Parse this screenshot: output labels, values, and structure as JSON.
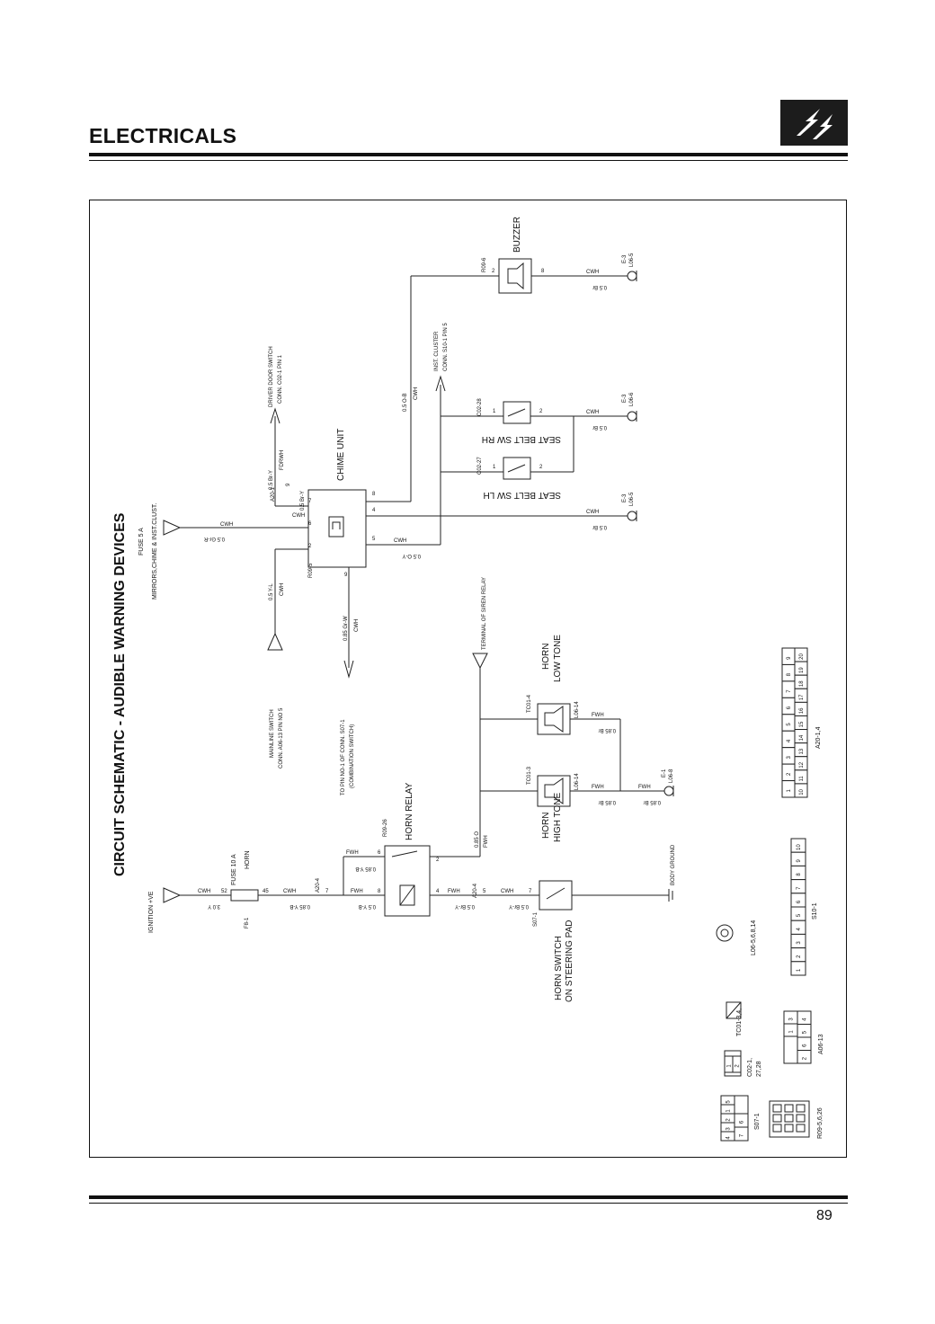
{
  "header": {
    "title": "ELECTRICALS",
    "logo_icon": "lightning-bolts-icon"
  },
  "page_number": "89",
  "schematic": {
    "title": "CIRCUIT SCHEMATIC - AUDIBLE WARNING DEVICES",
    "fuse5": {
      "name": "FUSE 5 A",
      "desc": "MIRRORS,CHIME & INST.CLUST.",
      "wire": "CWH",
      "size": "0.5 Gr-R"
    },
    "ignition": "IGNITION +VE",
    "fuse10": {
      "name": "FUSE 10 A",
      "sub": "HORN",
      "ref": "F8-1",
      "pin_in": "52",
      "pin_out": "45",
      "wire_in": "CWH",
      "size_in": "3.0 Y",
      "wire_out": "CWH",
      "size_out": "0.85 Y-B"
    },
    "a20_4_left": {
      "label": "A20-4",
      "pin": "7"
    },
    "horn_relay": {
      "label": "HORN RELAY",
      "ref": "R09-26",
      "p6": "6",
      "p8": "8",
      "p4": "4",
      "p2": "2",
      "wire_top": "FWH",
      "size_top": "0.85 Y-B",
      "wire_bot": "FWH",
      "size_bot": "0.5 Y-B"
    },
    "a20_4_right": {
      "label": "A20-4",
      "pin": "5",
      "wire": "FWH",
      "size": "0.5 Br-Y"
    },
    "horn_switch": {
      "label1": "HORN SWITCH",
      "label2": "ON STEERING PAD",
      "ref": "S07-1",
      "pin": "7",
      "wire": "CWH",
      "size": "0.5 Br-Y"
    },
    "body_ground": "BODY GROUND",
    "relay_out": {
      "size": "0.85 O",
      "wire": "FWH"
    },
    "horn_high": {
      "label1": "HORN",
      "label2": "HIGH TONE",
      "ref": "TC01-3",
      "ref2": "L06-14",
      "wire": "FWH",
      "size": "0.85 Br"
    },
    "horn_low": {
      "label1": "HORN",
      "label2": "LOW TONE",
      "ref": "TC01-4",
      "ref2": "L06-14",
      "wire": "FWH",
      "size": "0.85 Br"
    },
    "horn_ground": {
      "ref": "E-1",
      "ref2": "L06-8",
      "wire": "FWH",
      "size": "0.85 Br"
    },
    "siren": "TERMINAL OF SIREN RELAY",
    "mainline": {
      "line1": "MAINLINE SWITCH",
      "line2": "CONN. A06-13 PIN NO 5",
      "wire": "CWH",
      "size": "0.5 Y-L"
    },
    "combo": {
      "line1": "TO PIN NO-1 OF CONN. S07-1",
      "line2": "(COMBINATION SWITCH)",
      "wire": "CWH",
      "size": "0.85 Gr-W"
    },
    "chime": {
      "label": "CHIME UNIT",
      "ref": "R09-5",
      "p2": "2",
      "p6": "6",
      "p7": "7",
      "p9": "9",
      "p4": "4",
      "p5": "5",
      "p8": "8",
      "a20": "A20-1",
      "a20_pin": "9",
      "size7": "0.5 Br-Y",
      "wire7": "CWH",
      "size_a": "0.5 Br-Y",
      "wire_a": "FDRWH",
      "wire5": "CWH",
      "size5": "0.5 O-Y"
    },
    "driver_door": {
      "line1": "DRIVER DOOR SWITCH",
      "line2": "CONN. C02-1 PIN 1"
    },
    "inst_cluster": {
      "line1": "INST. CLUSTER",
      "line2": "CONN. S10-1 PIN 5"
    },
    "buzzer_wire": {
      "size": "0.5 O-B",
      "wire": "CWH"
    },
    "buzzer": {
      "label": "BUZZER",
      "ref": "R09-6",
      "p2": "2",
      "p8": "8",
      "wire": "CWH",
      "size": "0.5 Br",
      "gnd": "E-3",
      "gnd2": "L06-5"
    },
    "seat_rh": {
      "label": "SEAT BELT SW RH",
      "ref": "C02-28",
      "p1": "1",
      "p2": "2",
      "wire": "CWH",
      "size": "0.5 Br",
      "gnd": "E-3",
      "gnd2": "L06-6"
    },
    "seat_lh": {
      "label": "SEAT BELT SW LH",
      "ref": "C02-27",
      "p1": "1",
      "p2": "2",
      "wire": "CWH",
      "size": "0.5 Br",
      "gnd": "E-3",
      "gnd2": "L06-5"
    },
    "connectors": {
      "a20": {
        "label": "A20-1,4",
        "row1": [
          "1",
          "2",
          "3",
          "4",
          "5",
          "6",
          "7",
          "8",
          "9"
        ],
        "row2": [
          "10",
          "11",
          "12",
          "13",
          "14",
          "15",
          "16",
          "17",
          "18",
          "19",
          "20"
        ]
      },
      "s10": {
        "label": "S10-1",
        "cells": [
          "1",
          "2",
          "3",
          "4",
          "5",
          "6",
          "7",
          "8",
          "9",
          "10"
        ]
      },
      "l06": {
        "label": "L06-5,6,8,14"
      },
      "tc01": {
        "label": "TC01-3,4,"
      },
      "a06": {
        "label": "A06-13",
        "row1": [
          "1",
          "3"
        ],
        "row2": [
          "2",
          "6",
          "5",
          "4"
        ]
      },
      "c02": {
        "label": "C02-1,",
        "label2": "27,28",
        "cells": [
          "1",
          "2"
        ]
      },
      "s07": {
        "label": "S07-1",
        "row1": [
          "5",
          "1",
          "2",
          "3",
          "4"
        ],
        "row2": [
          "6",
          "7"
        ]
      },
      "r09": {
        "label": "R09-5,6,26"
      }
    }
  }
}
